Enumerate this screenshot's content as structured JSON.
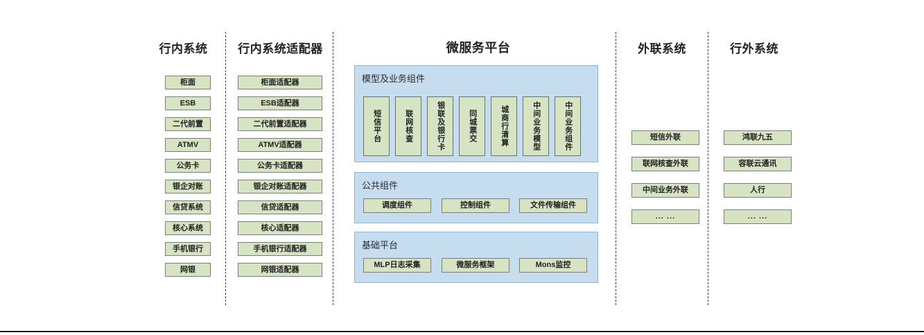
{
  "diagram": {
    "columns": [
      {
        "id": "internal-systems",
        "title": "行内系统",
        "items": [
          {
            "label": "柜面"
          },
          {
            "label": "ESB"
          },
          {
            "label": "二代前置"
          },
          {
            "label": "ATMV"
          },
          {
            "label": "公务卡"
          },
          {
            "label": "银企对账"
          },
          {
            "label": "信贷系统"
          },
          {
            "label": "核心系统"
          },
          {
            "label": "手机银行"
          },
          {
            "label": "网银"
          }
        ]
      },
      {
        "id": "internal-adapters",
        "title": "行内系统适配器",
        "items": [
          {
            "label": "柜面适配器"
          },
          {
            "label": "ESB适配器"
          },
          {
            "label": "二代前置适配器"
          },
          {
            "label": "ATMV适配器"
          },
          {
            "label": "公务卡适配器"
          },
          {
            "label": "银企对账适配器"
          },
          {
            "label": "信贷适配器"
          },
          {
            "label": "核心适配器"
          },
          {
            "label": "手机银行适配器"
          },
          {
            "label": "网银适配器"
          }
        ]
      },
      {
        "id": "microservice-platform",
        "title": "微服务平台"
      },
      {
        "id": "external-link-systems",
        "title": "外联系统",
        "items": [
          {
            "label": "短信外联"
          },
          {
            "label": "联网核查外联"
          },
          {
            "label": "中间业务外联"
          },
          {
            "label": "... ..."
          }
        ]
      },
      {
        "id": "outside-bank-systems",
        "title": "行外系统",
        "items": [
          {
            "label": "鸿联九五"
          },
          {
            "label": "容联云通讯"
          },
          {
            "label": "人行"
          },
          {
            "label": "... ..."
          }
        ]
      }
    ],
    "platform_panels": [
      {
        "id": "model-business-components",
        "title": "模型及业务组件",
        "orientation": "vertical",
        "items": [
          {
            "label": "短信平台"
          },
          {
            "label": "联网核查"
          },
          {
            "label": "银联及银行卡"
          },
          {
            "label": "同城票交"
          },
          {
            "label": "城商行清算"
          },
          {
            "label": "中间业务模型"
          },
          {
            "label": "中间业务组件"
          }
        ]
      },
      {
        "id": "public-components",
        "title": "公共组件",
        "orientation": "horizontal",
        "items": [
          {
            "label": "调度组件"
          },
          {
            "label": "控制组件"
          },
          {
            "label": "文件传输组件"
          }
        ]
      },
      {
        "id": "base-platform",
        "title": "基础平台",
        "orientation": "horizontal",
        "items": [
          {
            "label": "MLP日志采集"
          },
          {
            "label": "微服务框架"
          },
          {
            "label": "Mons监控"
          }
        ]
      }
    ],
    "colors": {
      "node_fill": "#d7e4c3",
      "node_border": "#7c7c7c",
      "panel_fill": "#c6ddf0",
      "panel_border": "#8fb4d4",
      "divider": "#3a3a3a",
      "text": "#1a1a1a"
    }
  }
}
